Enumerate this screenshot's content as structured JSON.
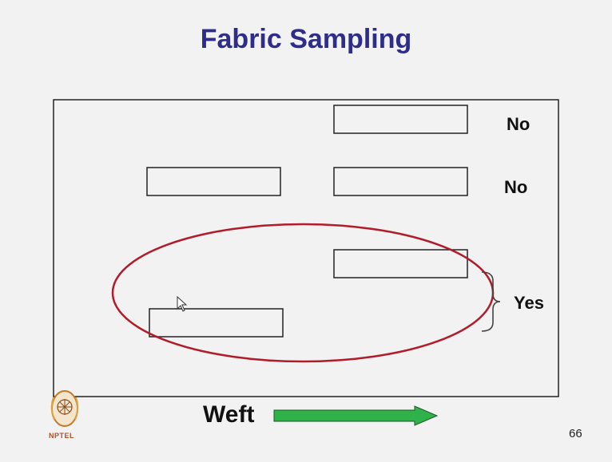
{
  "slide": {
    "title": "Fabric Sampling",
    "rows": [
      {
        "decision": "No"
      },
      {
        "decision": "No"
      }
    ],
    "bracket_label": "Yes",
    "axis_label": "Weft",
    "slide_number": "66",
    "logo_text": "NPTEL",
    "colors": {
      "title": "#2e2e8a",
      "ellipse": "#b01c2a",
      "arrow": "#2fb24a",
      "logo": "#b0502a"
    }
  }
}
